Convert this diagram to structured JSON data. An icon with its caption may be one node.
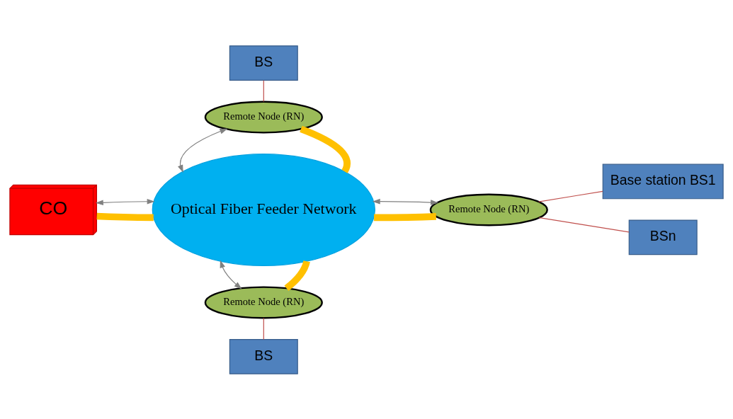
{
  "diagram": {
    "nodes": [
      {
        "text": [
          "CO"
        ]
      },
      {
        "text": [
          "Optical Fiber Feeder Network"
        ]
      },
      {
        "text": [
          "BS"
        ]
      },
      {
        "text": [
          "Remote Node (RN)"
        ]
      },
      {
        "text": [
          "Remote Node (RN)"
        ]
      },
      {
        "text": [
          "Base station BS1"
        ]
      },
      {
        "text": [
          "BSn"
        ]
      },
      {
        "text": [
          "Remote Node (RN)"
        ]
      },
      {
        "text": [
          "BS"
        ]
      }
    ],
    "edges": [
      {
        "from": 0,
        "to": 1,
        "arrow": "none",
        "style": "thick",
        "color": "#ffc000"
      },
      {
        "from": 0,
        "to": 1,
        "arrow": "both",
        "color": "#808080"
      },
      {
        "from": 3,
        "to": 1,
        "arrow": "none",
        "style": "thick",
        "color": "#ffc000"
      },
      {
        "from": 3,
        "to": 1,
        "arrow": "both",
        "color": "#808080"
      },
      {
        "from": 1,
        "to": 4,
        "arrow": "none",
        "style": "thick",
        "color": "#ffc000"
      },
      {
        "from": 1,
        "to": 4,
        "arrow": "both",
        "color": "#808080"
      },
      {
        "from": 1,
        "to": 7,
        "arrow": "none",
        "style": "thick",
        "color": "#ffc000"
      },
      {
        "from": 1,
        "to": 7,
        "arrow": "both",
        "color": "#808080"
      },
      {
        "from": 2,
        "to": 3,
        "arrow": "none",
        "color": "#c0504d"
      },
      {
        "from": 4,
        "to": 5,
        "arrow": "none",
        "color": "#c0504d"
      },
      {
        "from": 4,
        "to": 6,
        "arrow": "none",
        "color": "#c0504d"
      },
      {
        "from": 7,
        "to": 8,
        "arrow": "none",
        "color": "#c0504d"
      }
    ]
  }
}
